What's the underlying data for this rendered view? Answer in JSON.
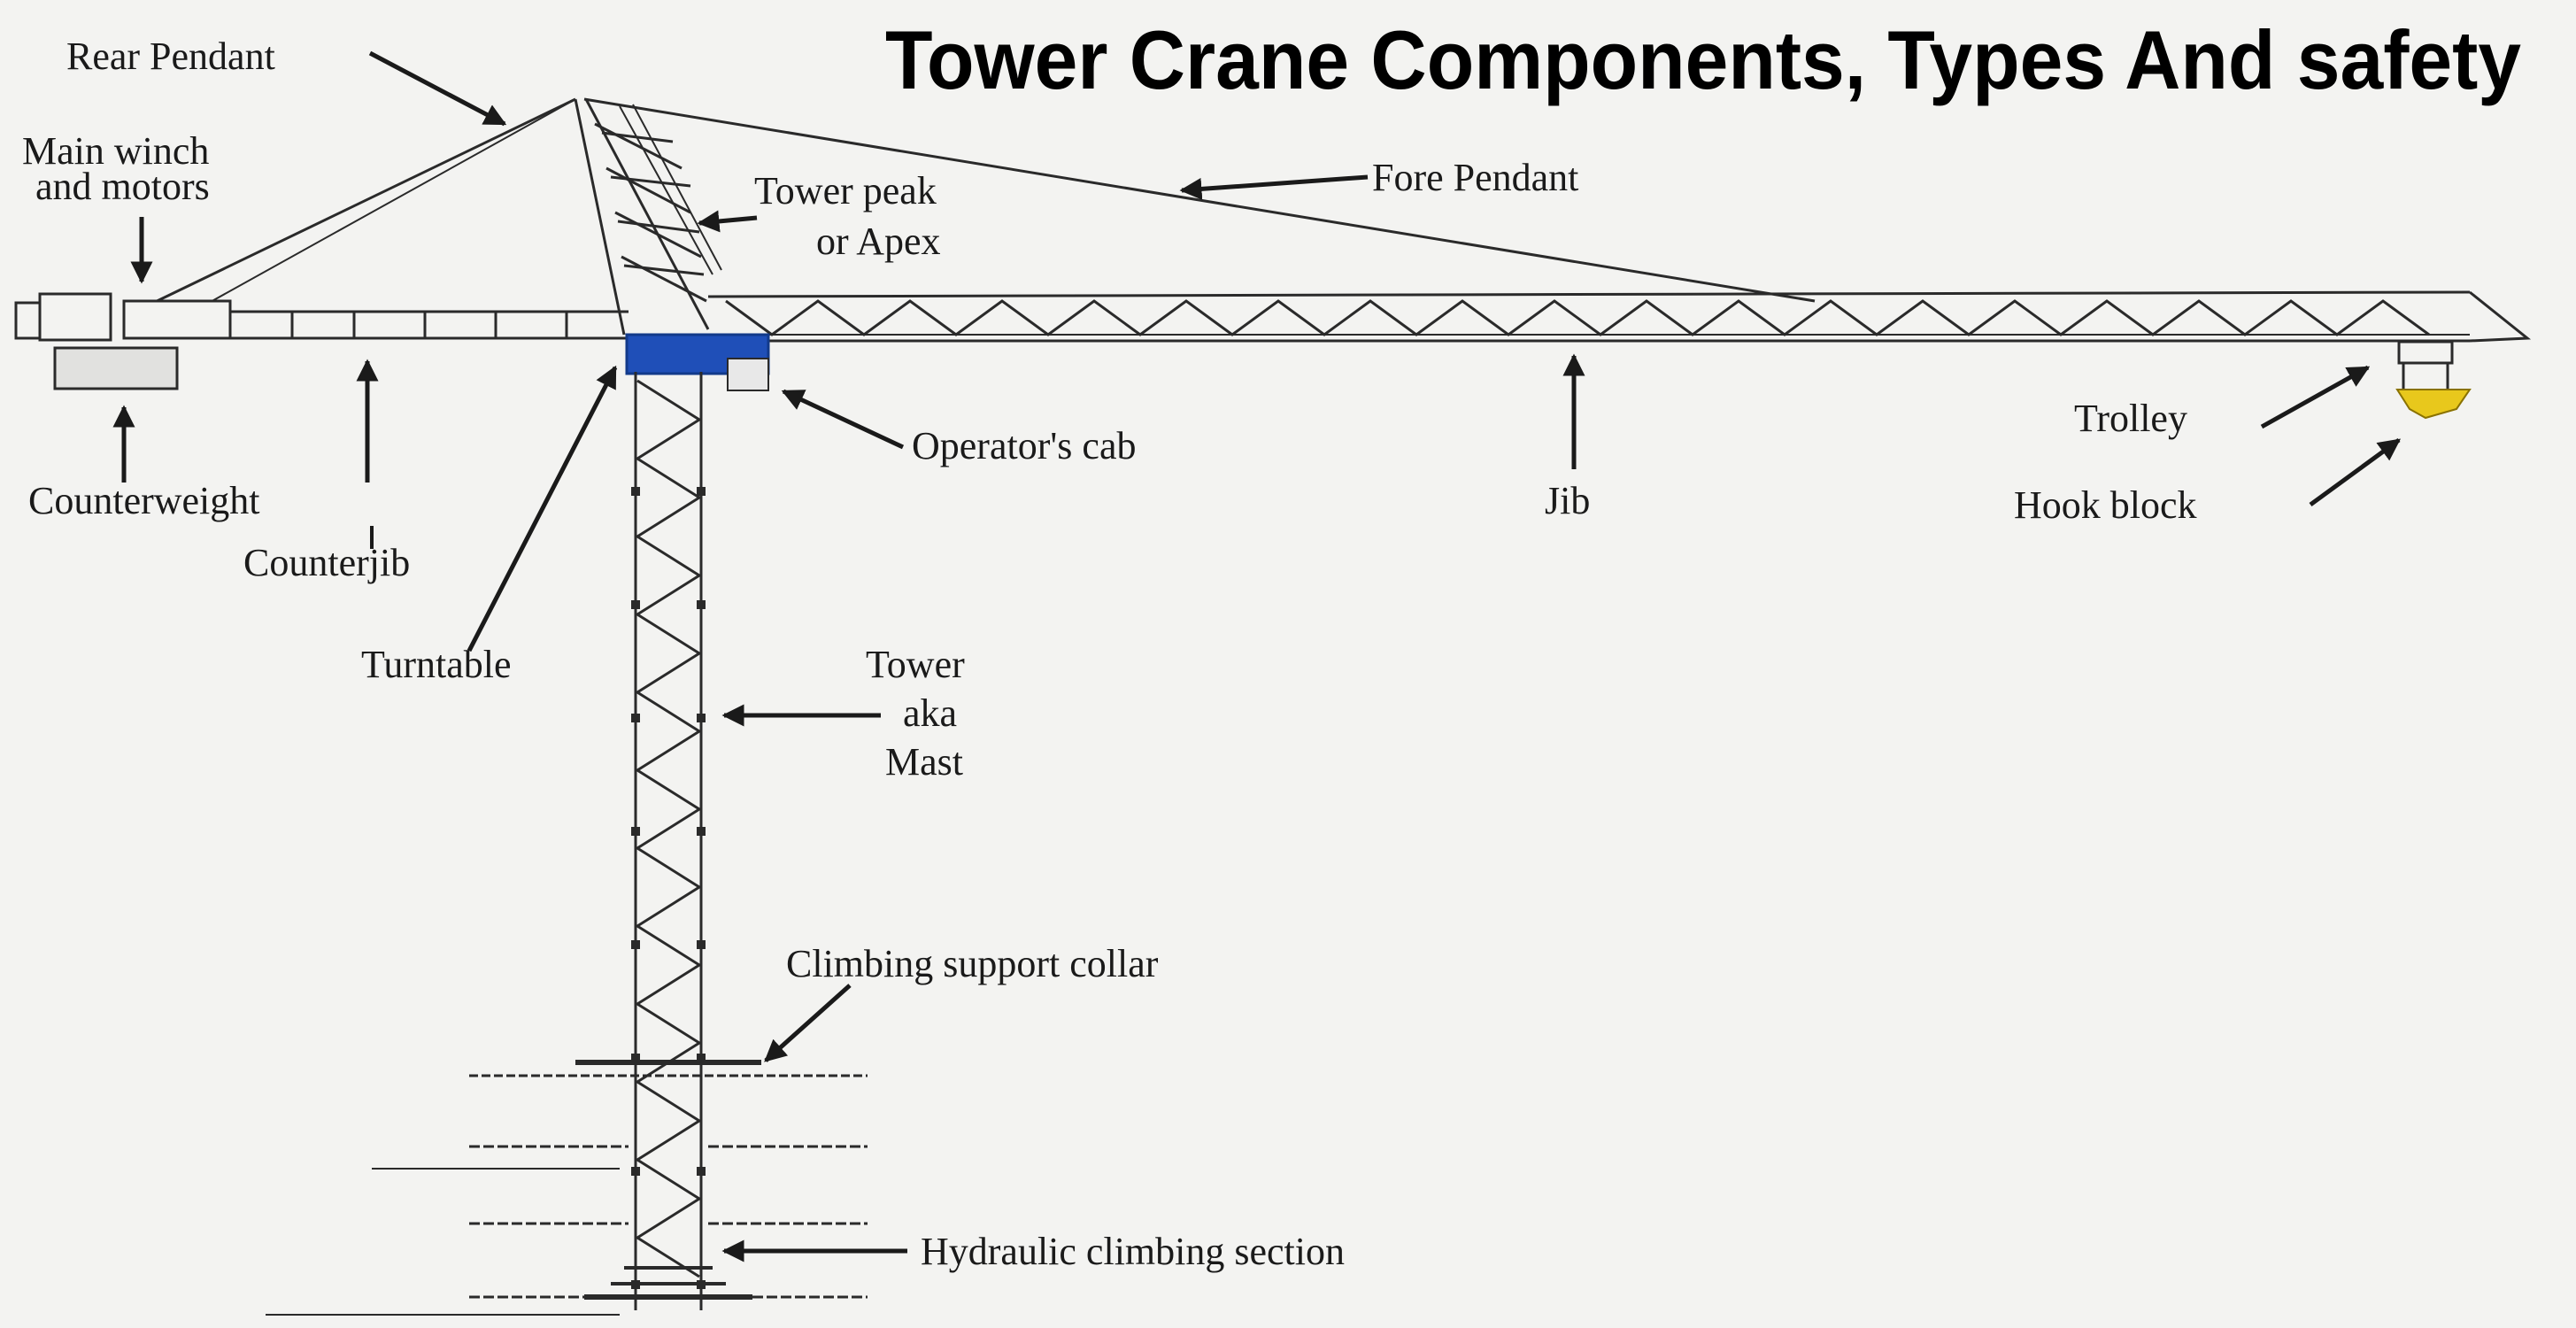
{
  "title": "Tower Crane Components, Types And safety",
  "labels": {
    "rear_pendant": "Rear Pendant",
    "main_winch_1": "Main winch",
    "main_winch_2": "and motors",
    "tower_peak_1": "Tower peak",
    "tower_peak_2": "or Apex",
    "fore_pendant": "Fore Pendant",
    "counterweight": "Counterweight",
    "counterjib": "Counterjib",
    "turntable": "Turntable",
    "operators_cab": "Operator's cab",
    "jib": "Jib",
    "trolley": "Trolley",
    "hook_block": "Hook block",
    "tower_1": "Tower",
    "tower_2": "aka",
    "tower_3": "Mast",
    "climbing_collar": "Climbing support collar",
    "hydraulic_section": "Hydraulic climbing section"
  },
  "colors": {
    "title": "#000000",
    "label": "#1a1a1a",
    "line": "#2a2a2a",
    "turntable": "#1f4fb8",
    "hook_block": "#e8c81c",
    "background": "#f3f3f1"
  }
}
